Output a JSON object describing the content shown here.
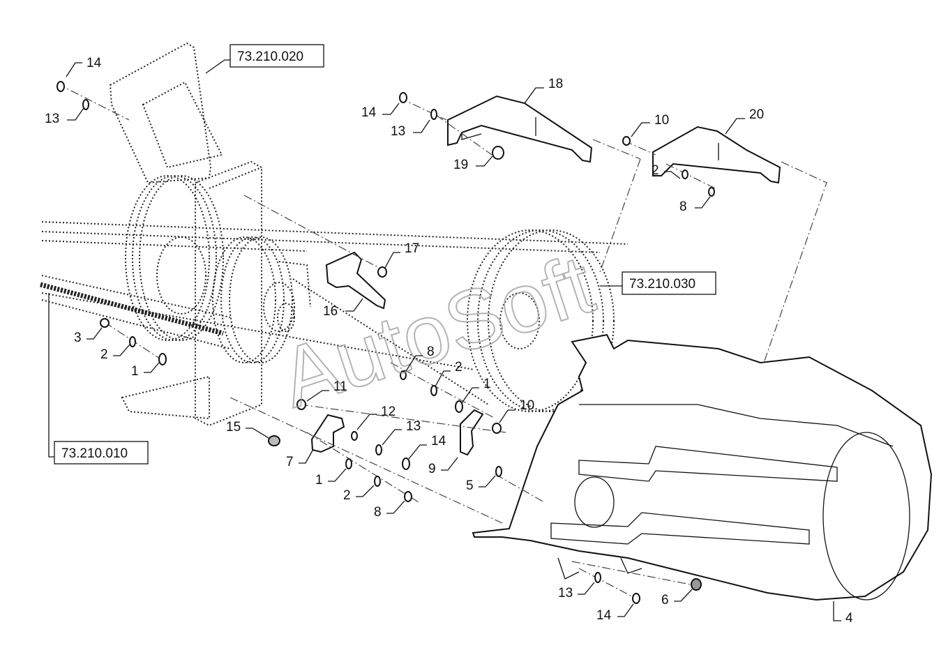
{
  "watermark": "AutoSoft",
  "reference_boxes": {
    "ref_020": "73.210.020",
    "ref_030": "73.210.030",
    "ref_010": "73.210.010"
  },
  "part_callouts": {
    "c14_tl": "14",
    "c13_tl": "13",
    "c14_top": "14",
    "c13_top": "13",
    "c18": "18",
    "c19": "19",
    "c10_top": "10",
    "c20": "20",
    "c2_r": "2",
    "c8_r": "8",
    "c17": "17",
    "c16": "16",
    "c3": "3",
    "c2_l": "2",
    "c1_l": "1",
    "c8_m": "8",
    "c2_m": "2",
    "c1_m": "1",
    "c11": "11",
    "c10_m": "10",
    "c12": "12",
    "c13_m": "13",
    "c15": "15",
    "c14_m": "14",
    "c7": "7",
    "c9": "9",
    "c1_b": "1",
    "c5": "5",
    "c2_b": "2",
    "c8_b": "8",
    "c13_b": "13",
    "c6": "6",
    "c14_b": "14",
    "c4": "4"
  }
}
